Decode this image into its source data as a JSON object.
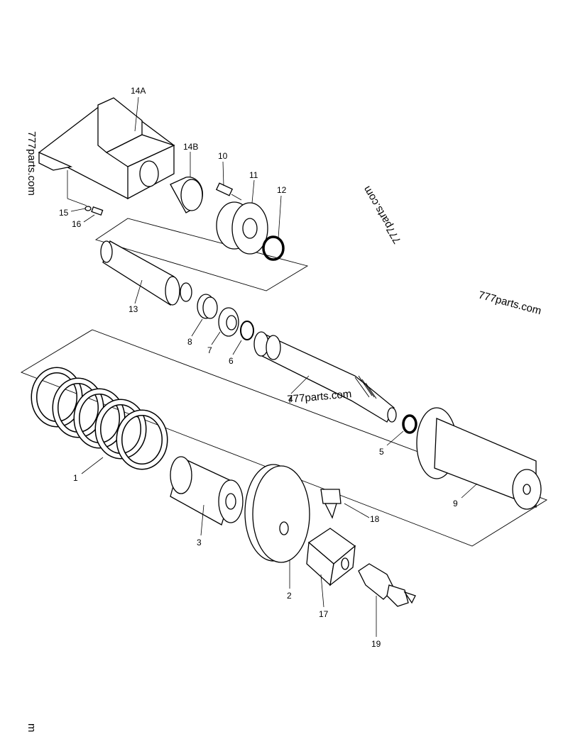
{
  "diagram": {
    "callouts": {
      "p14A": "14A",
      "p14B": "14B",
      "p10": "10",
      "p11": "11",
      "p12": "12",
      "p15": "15",
      "p16": "16",
      "p13": "13",
      "p8": "8",
      "p7": "7",
      "p6": "6",
      "p4": "4",
      "p5": "5",
      "p1": "1",
      "p3": "3",
      "p2": "2",
      "p18": "18",
      "p17": "17",
      "p19": "19",
      "p9": "9"
    },
    "watermarks": [
      "777parts.com",
      "777parts.com",
      "777parts.com",
      "777parts.com",
      "m"
    ]
  }
}
